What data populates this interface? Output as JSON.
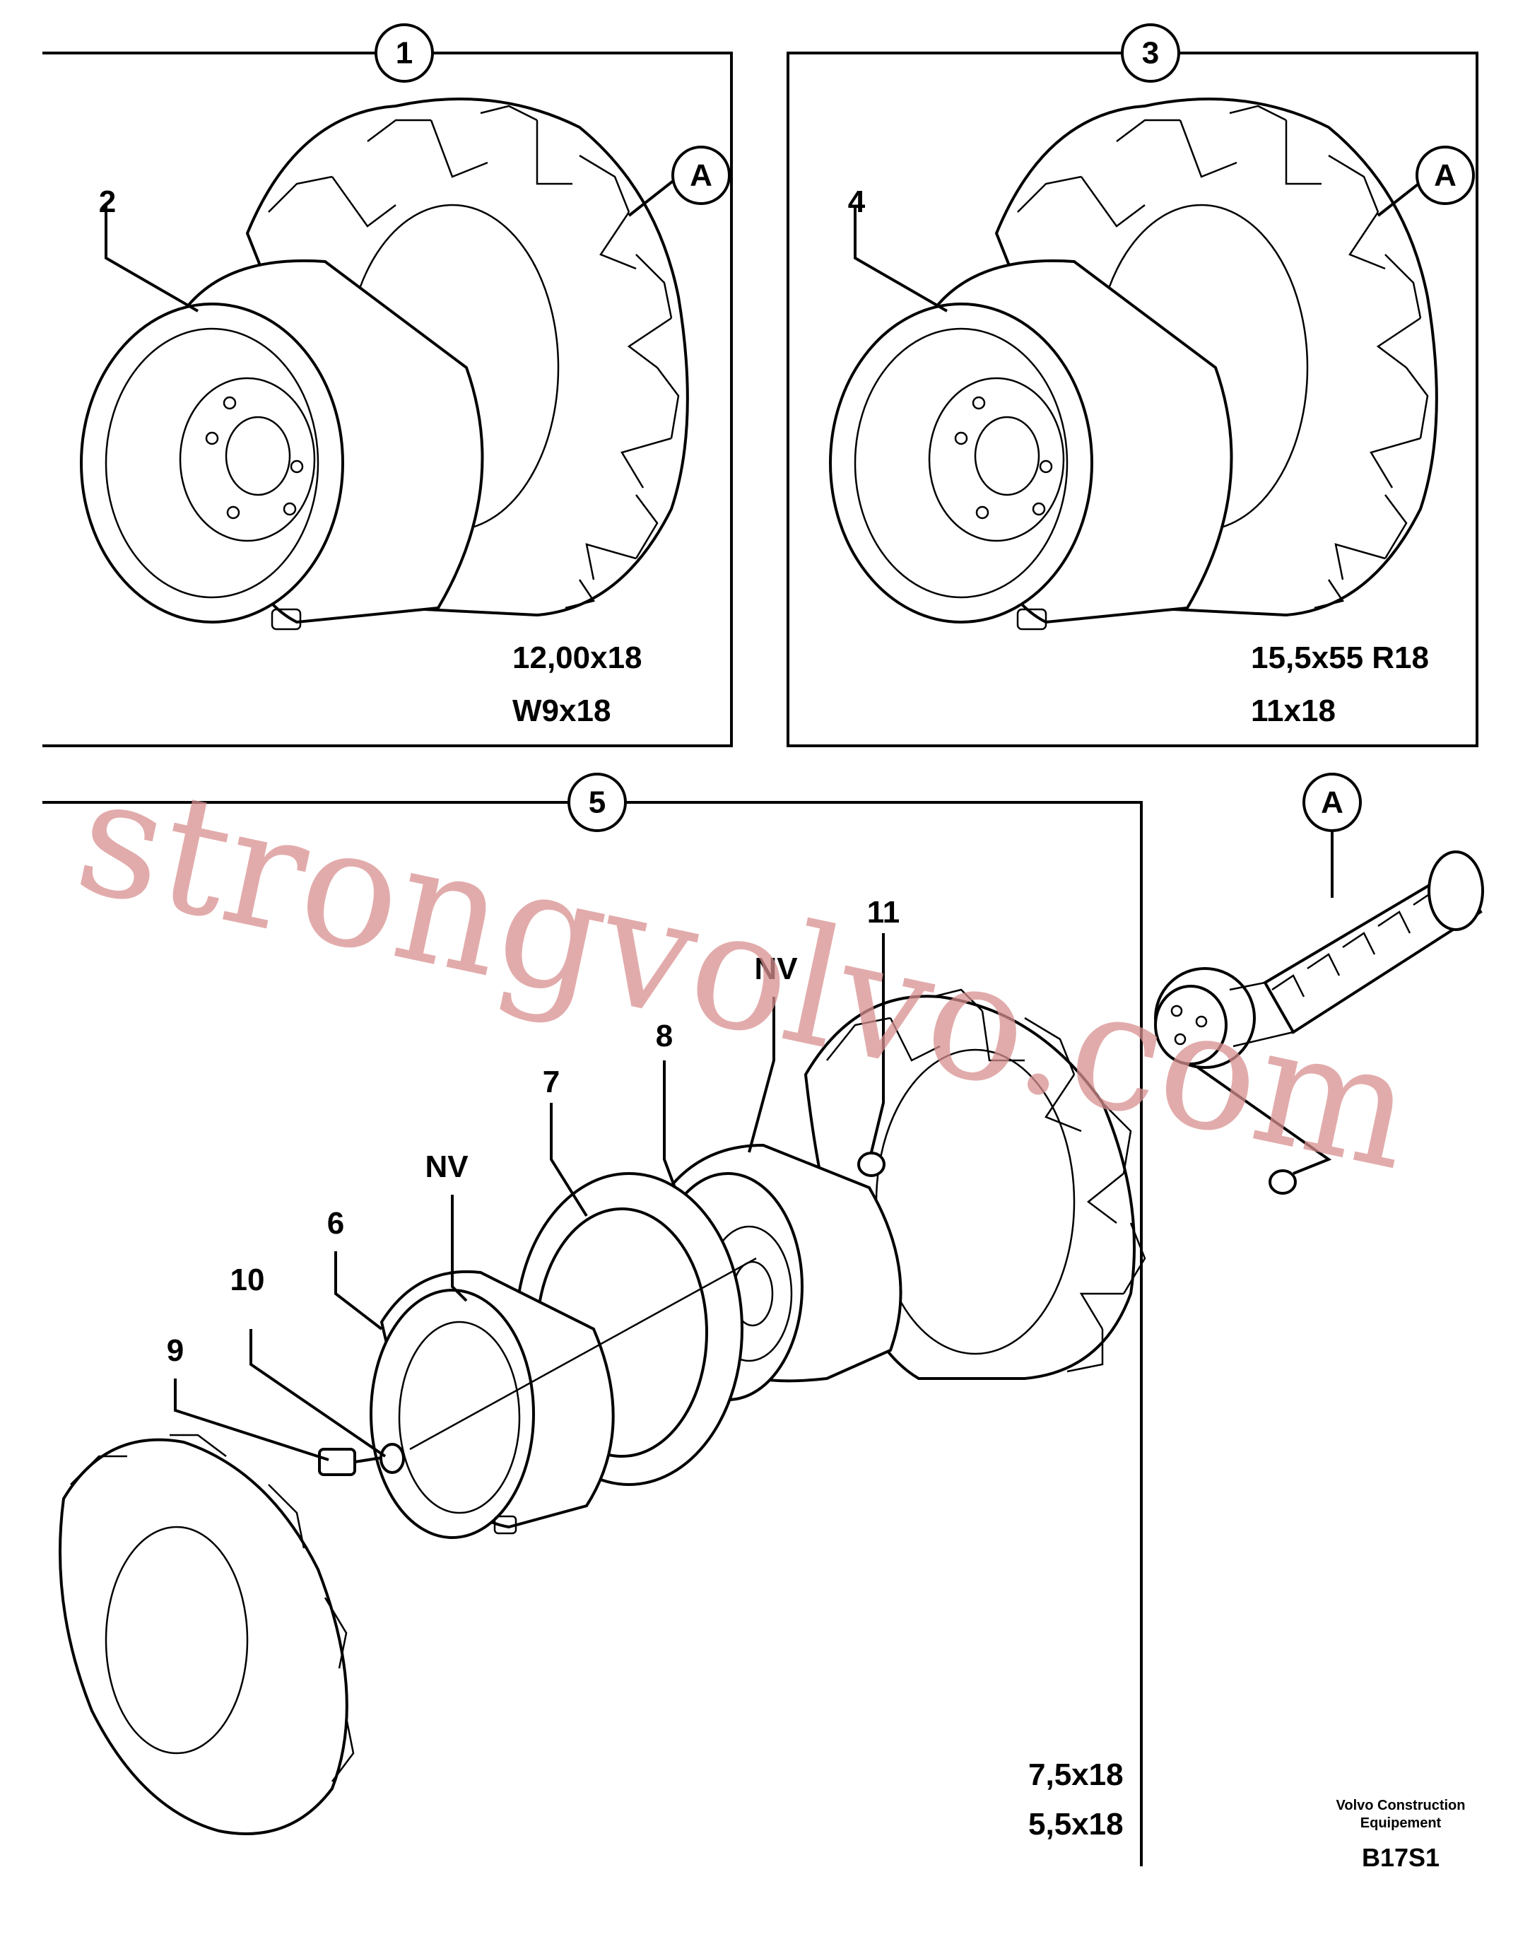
{
  "panel_1": {
    "number": "1",
    "callout": "A",
    "part_label": "2",
    "spec_line1": "12,00x18",
    "spec_line2": "W9x18"
  },
  "panel_3": {
    "number": "3",
    "callout": "A",
    "part_label": "4",
    "spec_line1": "15,5x55 R18",
    "spec_line2": "11x18"
  },
  "panel_5": {
    "number": "5",
    "labels": {
      "nv_upper": "NV",
      "nv_lower": "NV",
      "p6": "6",
      "p7": "7",
      "p8": "8",
      "p9": "9",
      "p10": "10",
      "p11": "11"
    },
    "spec_line1": "7,5x18",
    "spec_line2": "5,5x18"
  },
  "detail_a": {
    "callout": "A"
  },
  "footer": {
    "brand_line1": "Volvo Construction",
    "brand_line2": "Equipement",
    "code": "B17S1"
  },
  "watermark": "strongvolvo.com"
}
